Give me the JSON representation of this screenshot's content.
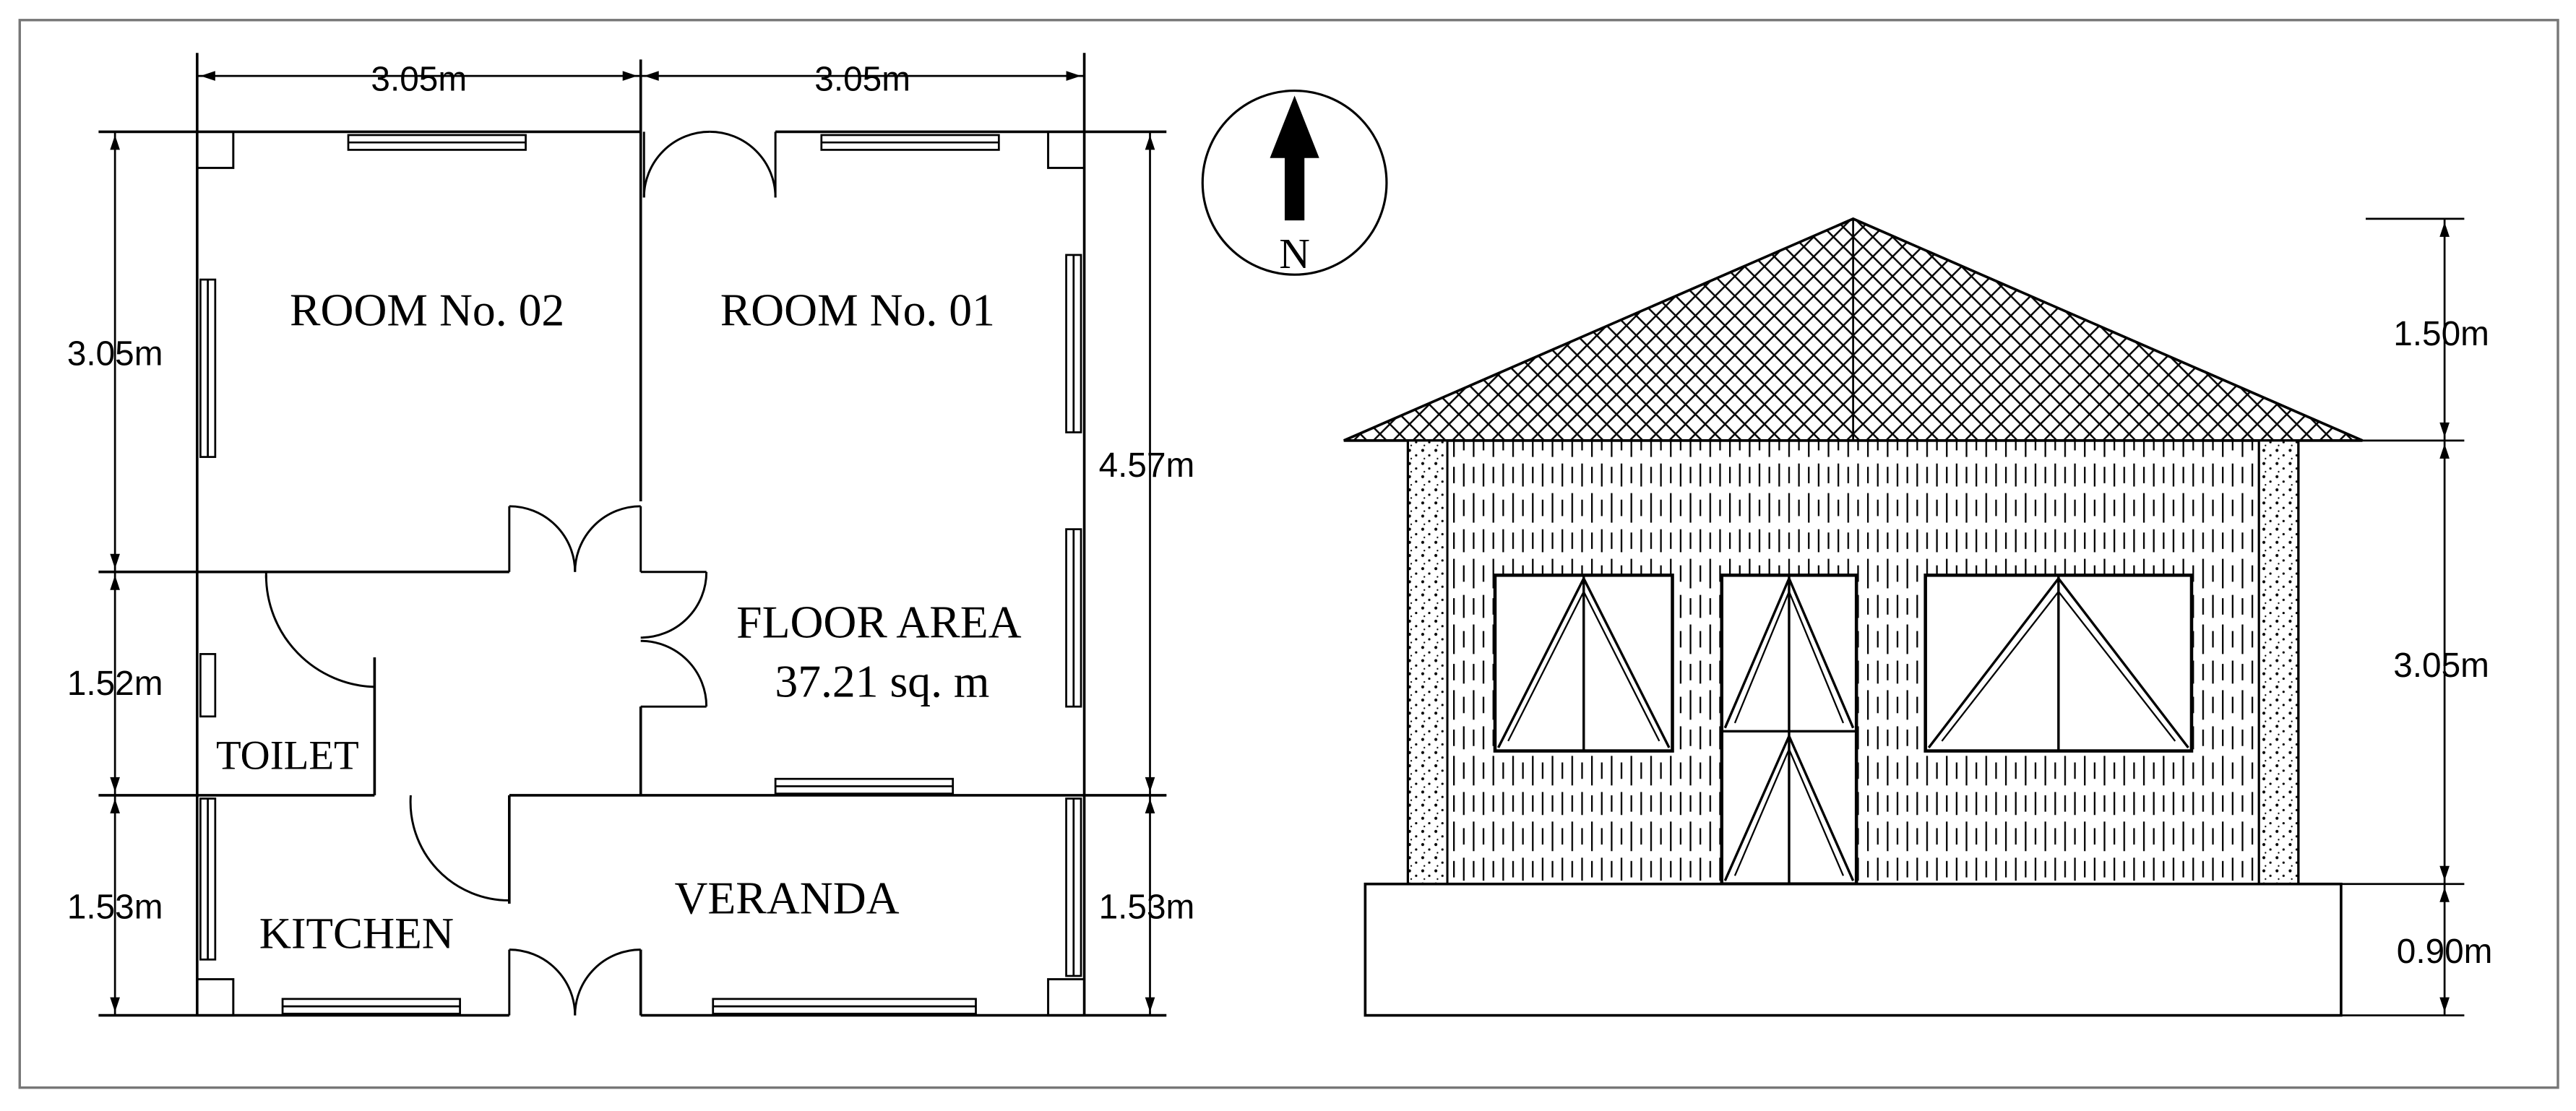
{
  "plan": {
    "top_dims": [
      "3.05m",
      "3.05m"
    ],
    "left_dims": [
      "3.05m",
      "1.52m",
      "1.53m"
    ],
    "right_dims": [
      "4.57m",
      "1.53m"
    ],
    "rooms": {
      "room2": "ROOM No. 02",
      "room1": "ROOM No. 01",
      "floor_area_line1": "FLOOR AREA",
      "floor_area_line2": "37.21 sq. m",
      "toilet": "TOILET",
      "kitchen": "KITCHEN",
      "veranda": "VERANDA"
    }
  },
  "compass": {
    "label": "N"
  },
  "elevation": {
    "dims": [
      "1.50m",
      "3.05m",
      "0.90m"
    ]
  }
}
